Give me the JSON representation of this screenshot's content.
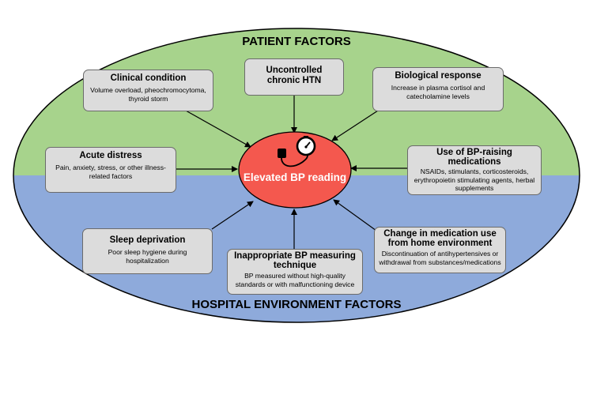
{
  "top_section": {
    "title": "PATIENT FACTORS",
    "color": "#a7d38c"
  },
  "bottom_section": {
    "title": "HOSPITAL ENVIRONMENT FACTORS",
    "color": "#8eaadb"
  },
  "center": {
    "label": "Elevated BP reading",
    "color": "#f4584e",
    "icon": "blood-pressure-gauge-icon"
  },
  "factors": {
    "clinical_condition": {
      "title": "Clinical condition",
      "detail": "Volume overload, pheochromocytoma, thyroid storm"
    },
    "uncontrolled_htn": {
      "title": "Uncontrolled chronic HTN",
      "detail": ""
    },
    "biological_response": {
      "title": "Biological response",
      "detail": "Increase in plasma cortisol and catecholamine levels"
    },
    "acute_distress": {
      "title": "Acute distress",
      "detail": "Pain, anxiety, stress, or other illness-related factors"
    },
    "bp_raising_meds": {
      "title": "Use of BP-raising medications",
      "detail": "NSAIDs, stimulants, corticosteroids, erythropoietin stimulating agents, herbal supplements"
    },
    "sleep_deprivation": {
      "title": "Sleep deprivation",
      "detail": "Poor sleep hygiene during hospitalization"
    },
    "bp_technique": {
      "title": "Inappropriate BP measuring technique",
      "detail": "BP measured without high-quality standards or with malfunctioning device"
    },
    "medication_change": {
      "title": "Change in medication use from home environment",
      "detail": "Discontinuation of antihypertensives or withdrawal from substances/medications"
    }
  }
}
